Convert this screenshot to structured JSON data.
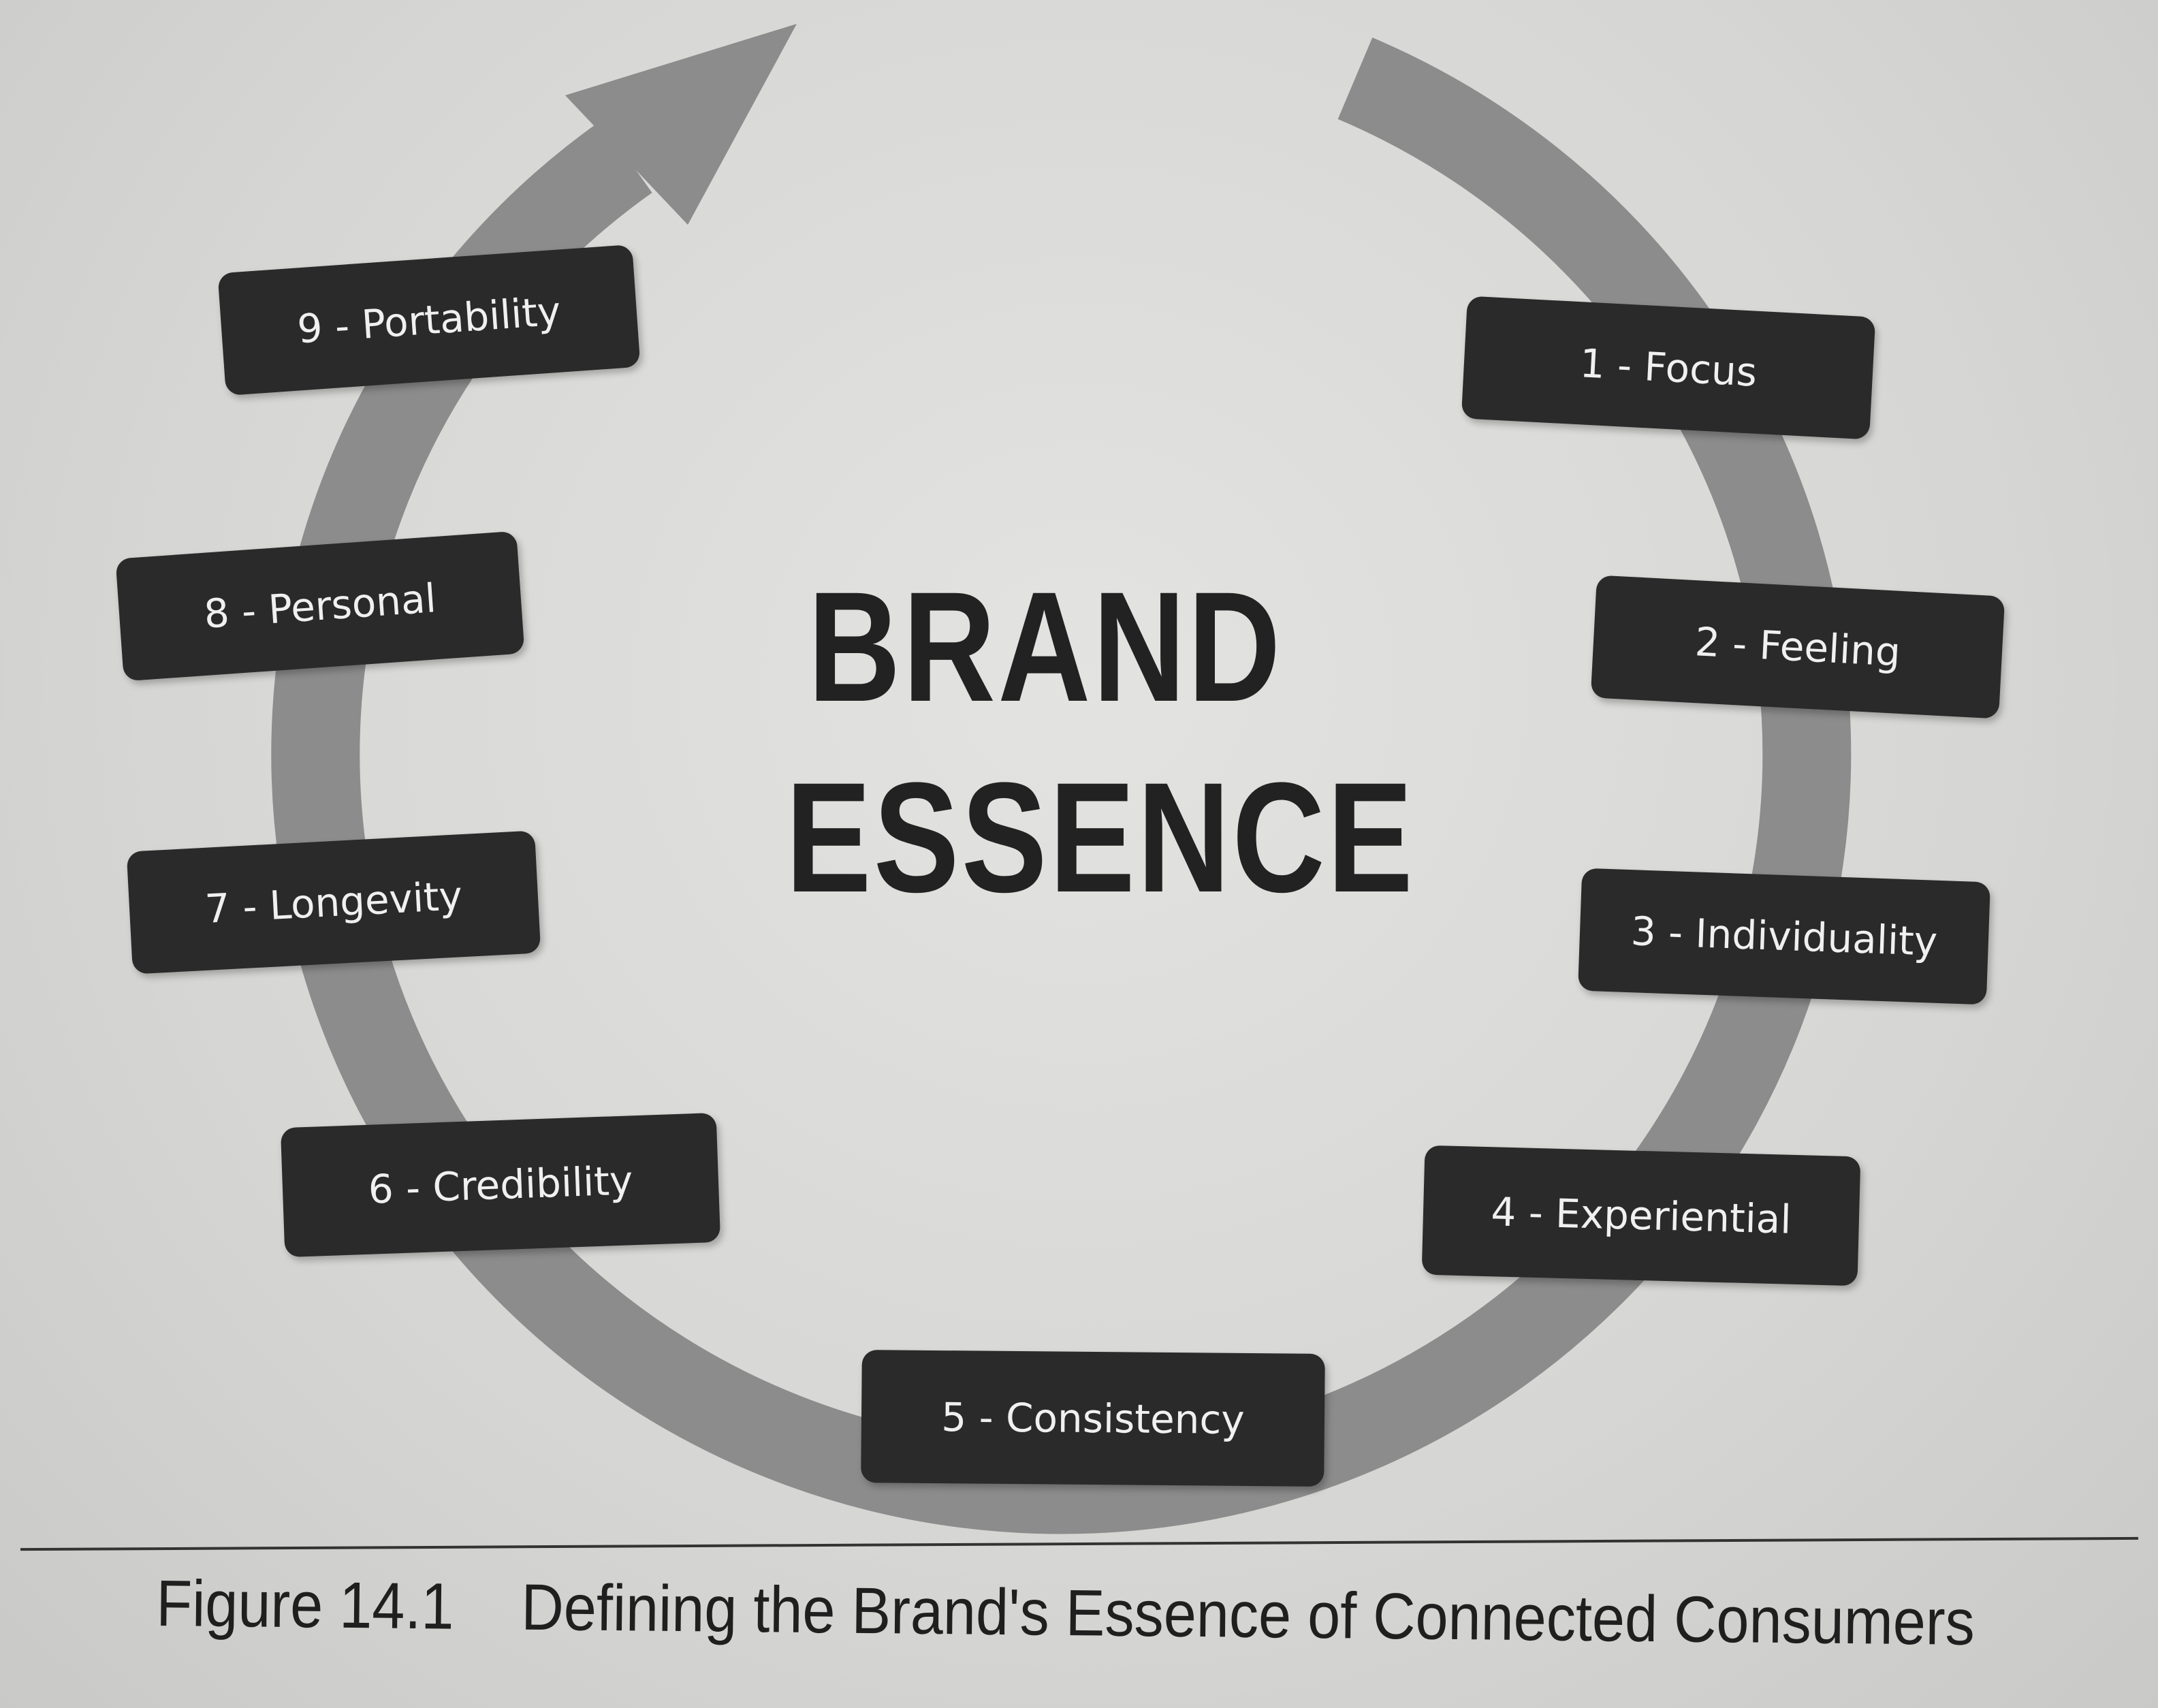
{
  "diagram": {
    "center_title_line1": "BRAND",
    "center_title_line2": "ESSENCE",
    "steps": [
      {
        "label": "1 - Focus"
      },
      {
        "label": "2 - Feeling"
      },
      {
        "label": "3 - Individuality"
      },
      {
        "label": "4 - Experiential"
      },
      {
        "label": "5 - Consistency"
      },
      {
        "label": "6 - Credibility"
      },
      {
        "label": "7 - Longevity"
      },
      {
        "label": "8 - Personal"
      },
      {
        "label": "9 - Portability"
      }
    ],
    "colors": {
      "ring": "#8c8c8c",
      "box": "#2a2a2a",
      "box_text": "#f0f0f0",
      "title": "#222222"
    }
  },
  "caption": {
    "label": "Figure 14.1",
    "text": "Defining the Brand's Essence of Connected Consumers"
  }
}
